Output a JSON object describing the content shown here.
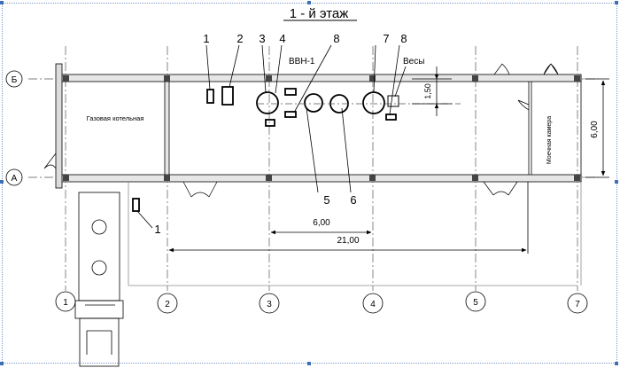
{
  "title": "1 - й  этаж",
  "axes": {
    "letters": [
      "Б",
      "А"
    ],
    "numbers": [
      "1",
      "2",
      "3",
      "4",
      "5",
      "7"
    ]
  },
  "rooms": {
    "boiler": "Газовая котельная",
    "washroom": "Моечная камера"
  },
  "equipment_labels": {
    "l1": "1",
    "l2": "2",
    "l3": "3",
    "l4": "4",
    "l8a": "8",
    "l7": "7",
    "l8b": "8",
    "vvn": "ВВН-1",
    "scale": "Весы",
    "l5": "5",
    "l6": "6",
    "l1b": "1"
  },
  "dimensions": {
    "d150": "1,50",
    "d600v": "6,00",
    "d600h": "6,00",
    "d2100": "21,00"
  },
  "colors": {
    "line": "#000000",
    "axis": "#555555",
    "wall": "#b8b8b8",
    "frame": "#7a9cc8"
  }
}
